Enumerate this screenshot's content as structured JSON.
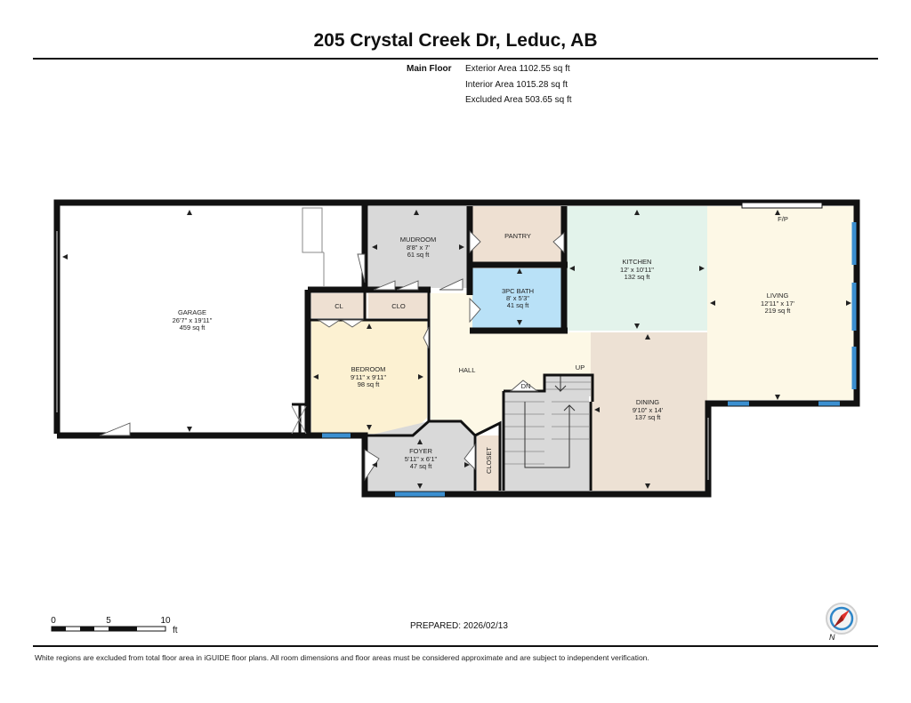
{
  "title": "205 Crystal Creek Dr, Leduc, AB",
  "floor": {
    "name": "Main Floor",
    "areas": [
      "Exterior Area 1102.55 sq ft",
      "Interior Area 1015.28 sq ft",
      "Excluded Area 503.65 sq ft"
    ]
  },
  "rooms": {
    "garage": {
      "name": "GARAGE",
      "dims": "26'7\" x 19'11\"",
      "area": "459 sq ft",
      "color": "#ffffff"
    },
    "mudroom": {
      "name": "MUDROOM",
      "dims": "8'8\" x 7'",
      "area": "61 sq ft",
      "color": "#d9d9d9"
    },
    "pantry": {
      "name": "PANTRY",
      "color": "#eee0d2"
    },
    "bath": {
      "name": "3PC BATH",
      "dims": "8' x 5'3\"",
      "area": "41 sq ft",
      "color": "#b9e1f7"
    },
    "kitchen": {
      "name": "KITCHEN",
      "dims": "12' x 10'11\"",
      "area": "132 sq ft",
      "color": "#e3f3eb"
    },
    "living": {
      "name": "LIVING",
      "dims": "12'11\" x 17'",
      "area": "219 sq ft",
      "color": "#fdf8e6"
    },
    "fireplace": {
      "name": "F/P"
    },
    "cl": {
      "name": "CL",
      "color": "#eee0d2"
    },
    "clo": {
      "name": "CLO",
      "color": "#eee0d2"
    },
    "bedroom": {
      "name": "BEDROOM",
      "dims": "9'11\" x 9'11\"",
      "area": "98 sq ft",
      "color": "#fcf1d2"
    },
    "hall": {
      "name": "HALL",
      "color": "#fdf8e6"
    },
    "up": {
      "name": "UP"
    },
    "dn": {
      "name": "DN"
    },
    "dining": {
      "name": "DINING",
      "dims": "9'10\" x 14'",
      "area": "137 sq ft",
      "color": "#ede1d4"
    },
    "foyer": {
      "name": "FOYER",
      "dims": "5'11\" x 6'1\"",
      "area": "47 sq ft",
      "color": "#d9d9d9"
    },
    "closet": {
      "name": "CLOSET",
      "color": "#eee0d2"
    }
  },
  "scale_bar": {
    "ticks": [
      "0",
      "5",
      "10"
    ],
    "unit": "ft"
  },
  "prepared": "PREPARED: 2026/02/13",
  "disclaimer": "White regions are excluded from total floor area in iGUIDE floor plans. All room dimensions and floor areas must be considered approximate and are subject to independent verification.",
  "compass": {
    "label": "N",
    "icon": "compass-icon",
    "needle_color": "#e0302a",
    "ring_color": "#2e86c8"
  },
  "colors": {
    "wall": "#111111",
    "window": "#3b8fd0",
    "stairs": "#d9d9d9"
  }
}
